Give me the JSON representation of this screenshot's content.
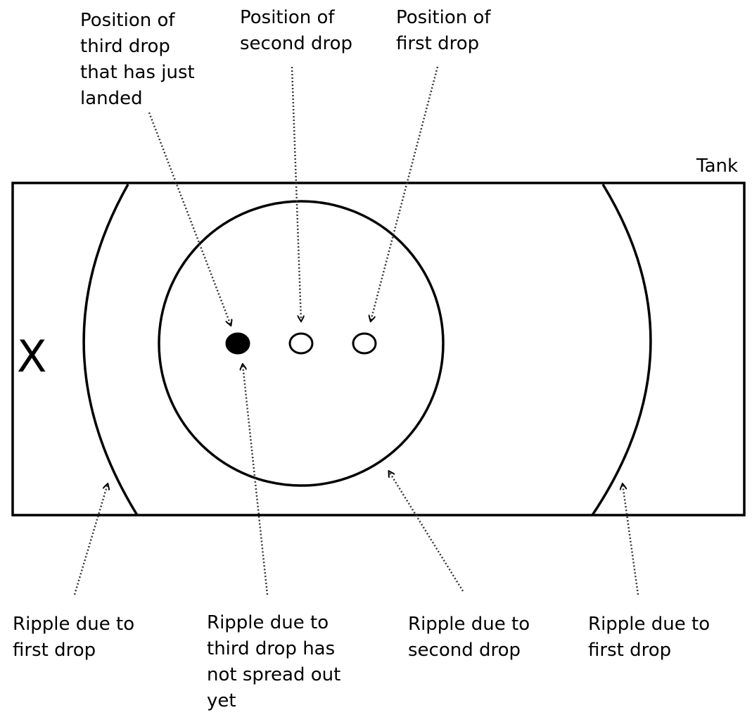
{
  "diagram": {
    "tank_label": "Tank",
    "marker_label": "X",
    "labels": {
      "third_drop_position": [
        "Position of",
        "third drop",
        "that has just",
        "landed"
      ],
      "second_drop_position": [
        "Position of",
        "second drop"
      ],
      "first_drop_position": [
        "Position of",
        "first drop"
      ],
      "ripple_first_left": [
        "Ripple due to",
        "first drop"
      ],
      "ripple_third": [
        "Ripple due to",
        "third drop has",
        "not spread out",
        "yet"
      ],
      "ripple_second": [
        "Ripple due to",
        "second drop"
      ],
      "ripple_first_right": [
        "Ripple due to",
        "first drop"
      ]
    },
    "colors": {
      "line": "#000000",
      "leader": "#333333",
      "background": "#ffffff"
    }
  }
}
